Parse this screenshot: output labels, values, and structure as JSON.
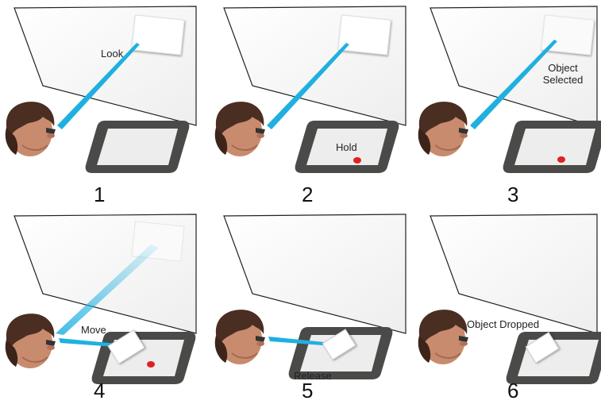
{
  "panels": [
    {
      "step": "1",
      "caption": "Look"
    },
    {
      "step": "2",
      "caption": "Hold"
    },
    {
      "step": "3",
      "caption": "Object\nSelected"
    },
    {
      "step": "4",
      "caption": "Move"
    },
    {
      "step": "5",
      "caption": "Release"
    },
    {
      "step": "6",
      "caption": "Object Dropped"
    }
  ],
  "colors": {
    "beam": "#1fb0e0",
    "touch_point": "#e02020",
    "tablet_bezel": "#4a4a48",
    "tablet_screen": "#ededed",
    "wall_edge": "#222222",
    "hair": "#4a2e22",
    "skin": "#c98b6e"
  }
}
